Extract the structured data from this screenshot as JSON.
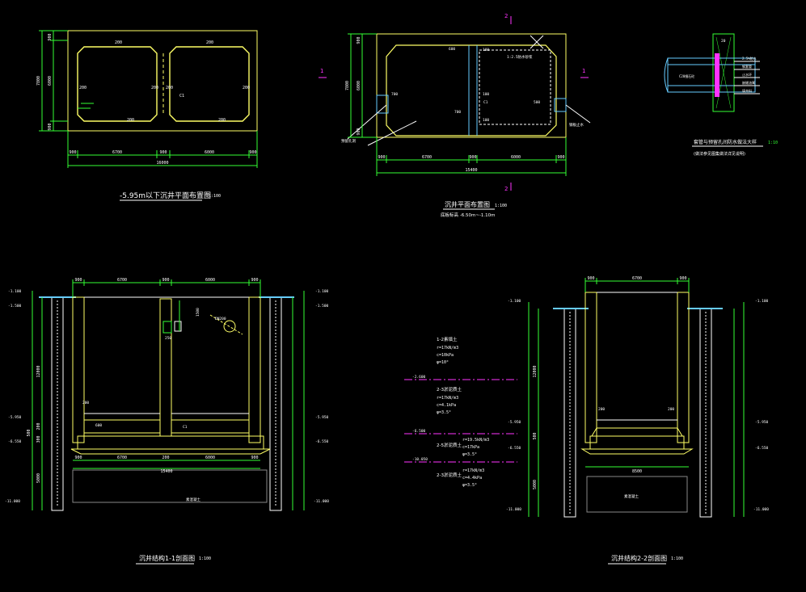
{
  "drawing": {
    "background": "#000000",
    "colors": {
      "outline": "#ffff66",
      "dim": "#33ff33",
      "struct": "#ffffff",
      "accent": "#ff33ff",
      "soil_cyan": "#66ccff",
      "hatch": "#cccccc"
    },
    "views": {
      "plan_595": {
        "title": "-5.95m以下沉井平面布置图",
        "scale": "1:100",
        "dim_bottom": [
          "900",
          "6700",
          "900",
          "6000",
          "900"
        ],
        "dim_total": "16000",
        "dim_left": [
          "900",
          "6000",
          "900"
        ],
        "dim_left_total": "7800",
        "labels": [
          "200",
          "200",
          "200",
          "200",
          "200",
          "200",
          "200",
          "200",
          "C1"
        ]
      },
      "plan_main": {
        "title": "沉井平面布置图",
        "subtitle": "底板标高 -6.50m~-1.10m",
        "scale": "1:100",
        "section_marks": [
          "1",
          "1",
          "2",
          "2"
        ],
        "dim_bottom": [
          "900",
          "6700",
          "900",
          "6000",
          "900"
        ],
        "dim_total": "15400",
        "dim_left": [
          "900",
          "6000",
          "900"
        ],
        "dim_left_total": "7800",
        "notes": [
          "100",
          "100",
          "100",
          "C1",
          "1:2.5防水砂浆",
          "预留孔洞",
          "钢板止水"
        ],
        "labels": [
          "600",
          "700",
          "700",
          "500"
        ]
      },
      "detail": {
        "title": "套管与预留孔间防水做法大样",
        "subtitle": "(做法参见图集做法详见说明)",
        "scale": "1:10",
        "notes": [
          "20",
          "2.5%防水",
          "钢套管",
          "止水环",
          "嵌缝油膏",
          "填充料",
          "C20细石砼"
        ]
      },
      "section_11": {
        "title": "沉井结构1-1剖面图",
        "scale": "1:100",
        "top_dims": [
          "900",
          "6700",
          "900",
          "6000",
          "900"
        ],
        "elevations_left": [
          "-1.100",
          "-1.500",
          "-5.950",
          "-6.550",
          "-11.000"
        ],
        "elevations_right": [
          "-1.100",
          "-1.500",
          "-5.950",
          "-6.550",
          "-11.000"
        ],
        "vert_dims": [
          "12000",
          "200",
          "300",
          "500",
          "5000"
        ],
        "bottom_dims": [
          "900",
          "6700",
          "200",
          "6000",
          "900"
        ],
        "bottom_total": "15400",
        "notes": [
          "600",
          "200",
          "250",
          "C1",
          "1500",
          "DN200",
          "素混凝土"
        ]
      },
      "section_22": {
        "title": "沉井结构2-2剖面图",
        "scale": "1:100",
        "top_dims": [
          "900",
          "6700",
          "900"
        ],
        "elevations_left": [
          "-1.100",
          "-5.950",
          "-6.550",
          "-11.000"
        ],
        "elevations_right": [
          "-1.100",
          "-5.950",
          "-6.550",
          "-11.000"
        ],
        "vert_dims": [
          "12000",
          "500",
          "5000"
        ],
        "bottom_dim": "8500",
        "notes": [
          "200",
          "200",
          "素混凝土"
        ]
      },
      "soil": {
        "layers": [
          {
            "name": "1-2素填土",
            "props": [
              "r=17kN/m3",
              "c=10kPa",
              "φ=10°"
            ]
          },
          {
            "name": "2-3淤泥质土",
            "props": [
              "r=17kN/m3",
              "c=4.1kPa",
              "φ=3.5°"
            ]
          },
          {
            "name": "2-5淤泥质土",
            "props": [
              "r=19.5kN/m3",
              "c=17kPa",
              "φ=3.5°"
            ]
          },
          {
            "name": "2-3淤泥质土",
            "props": [
              "r=17kN/m3",
              "c=4.4kPa",
              "φ=3.5°"
            ]
          }
        ],
        "levels": [
          "-2.600",
          "-6.500",
          "-10.050"
        ]
      }
    }
  }
}
